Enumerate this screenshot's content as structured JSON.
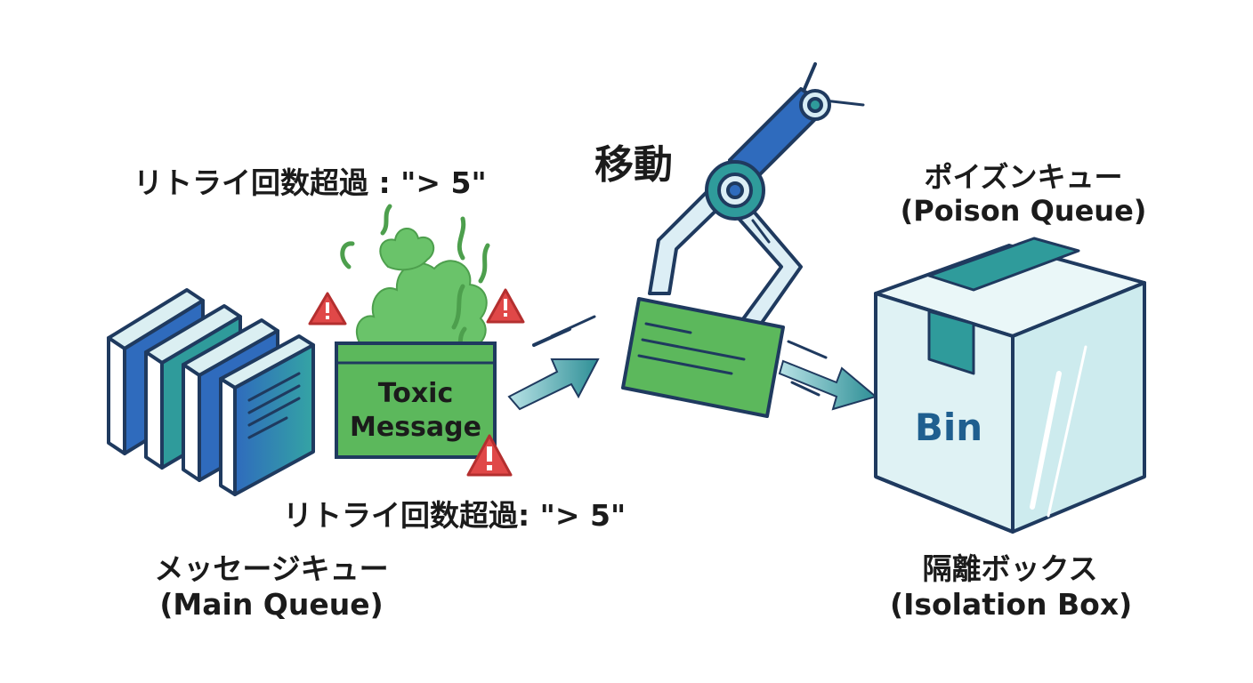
{
  "labels": {
    "retry_top": "リトライ回数超過 : \"> 5\"",
    "retry_bottom": "リトライ回数超過: \"> 5\"",
    "move": "移動",
    "poison_queue": {
      "line1": "ポイズンキュー",
      "line2": "(Poison Queue)"
    },
    "main_queue": {
      "line1": "メッセージキュー",
      "line2": "(Main Queue)"
    },
    "isolation_box": {
      "line1": "隔離ボックス",
      "line2": "(Isolation Box)"
    }
  },
  "toxic_box": {
    "line1": "Toxic",
    "line2": "Message"
  },
  "bin_label": "Bin",
  "icons": [
    "warning-icon",
    "warning-icon",
    "warning-icon",
    "robot-arm-icon",
    "toxic-smoke-icon",
    "arrow-right-icon"
  ],
  "colors": {
    "outline": "#1f3a5f",
    "blue": "#2f6bbd",
    "teal": "#2f9b9b",
    "green": "#5cb85c",
    "smoke": "#6ac36a",
    "warning": "#e04848",
    "box_glass": "#dff2f4"
  }
}
